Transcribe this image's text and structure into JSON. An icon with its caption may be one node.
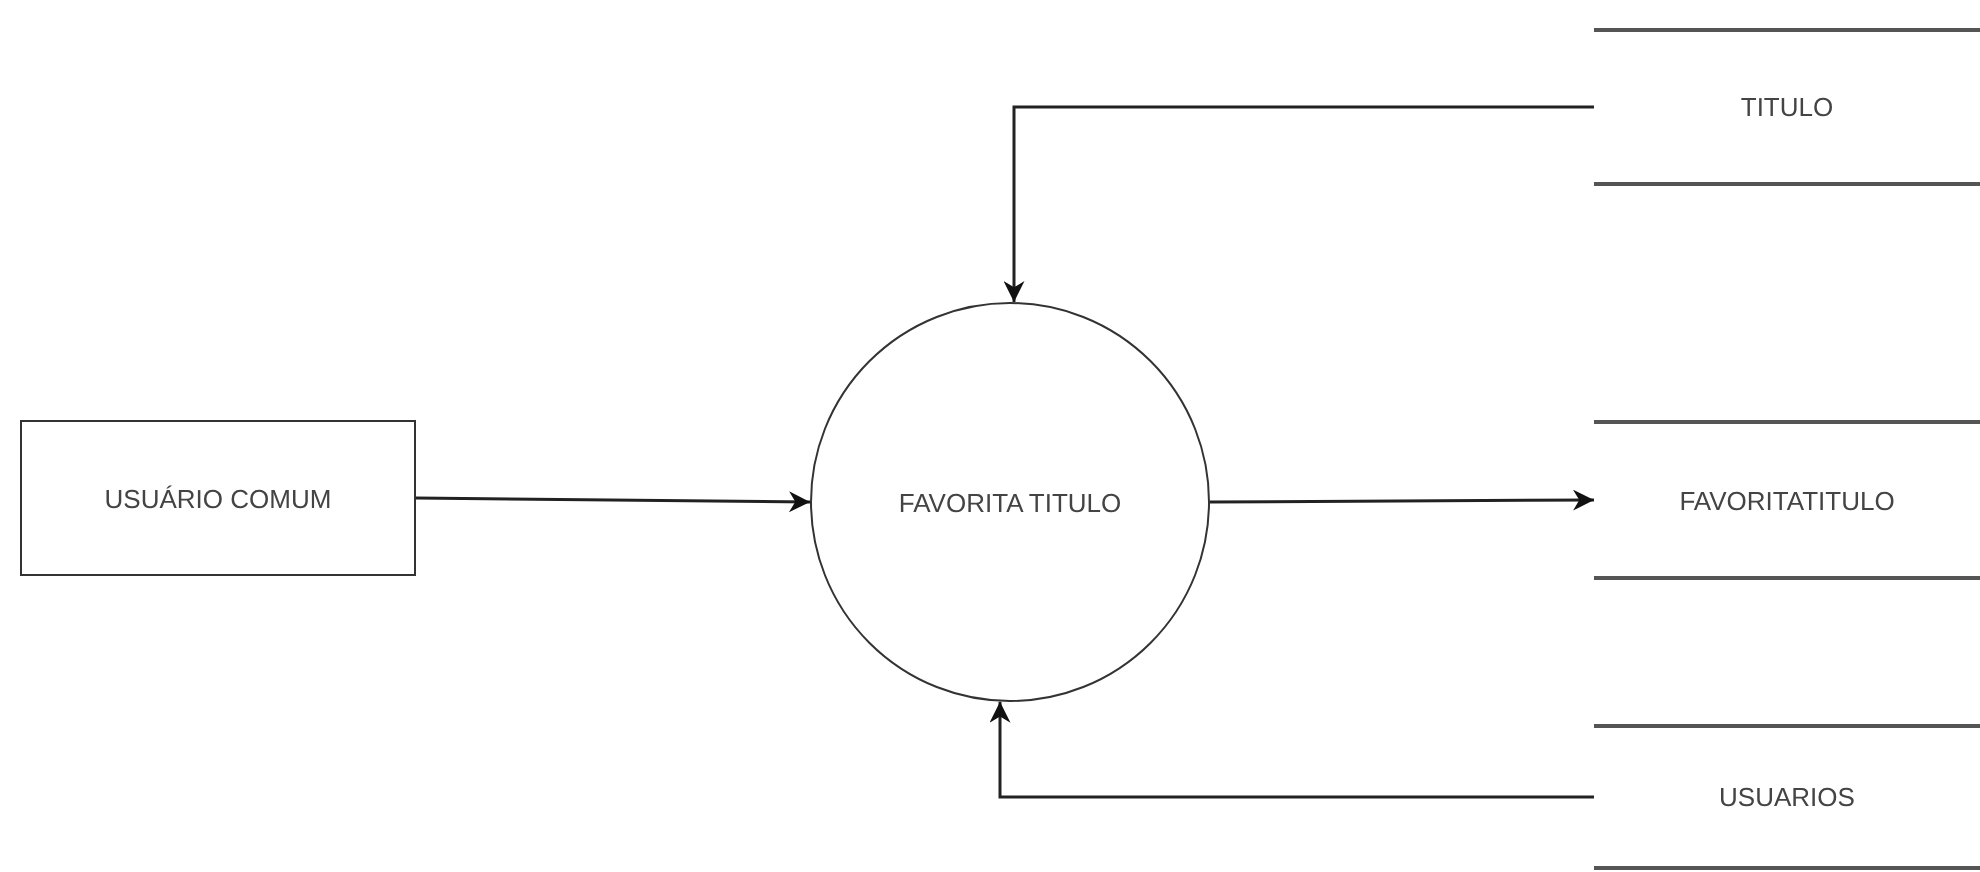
{
  "diagram": {
    "nodes": [
      {
        "text": [
          "USUÁRIO COMUM"
        ]
      },
      {
        "text": [
          "TITULO"
        ]
      },
      {
        "text": [
          "FAVORITA TITULO"
        ]
      },
      {
        "text": [
          "FAVORITATITULO"
        ]
      },
      {
        "text": [
          "USUARIOS"
        ]
      }
    ],
    "edges": [
      {
        "from": 1,
        "to": 2,
        "arrow": "to"
      },
      {
        "from": 0,
        "to": 2,
        "arrow": "to"
      },
      {
        "from": 2,
        "to": 3,
        "arrow": "to"
      },
      {
        "from": 4,
        "to": 2,
        "arrow": "to"
      }
    ]
  }
}
